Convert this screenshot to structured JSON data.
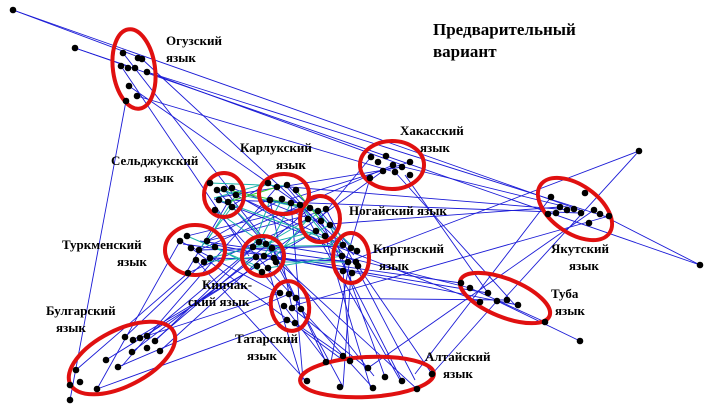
{
  "title": {
    "line1": "Предварительный",
    "line2": "вариант"
  },
  "colors": {
    "edge": "#1a1ad6",
    "ellipse": "#e01010",
    "dot": "#000000",
    "cross_link": "#19b3a8",
    "cross_link_alt": "#33cc33"
  },
  "groups": [
    {
      "id": "oguz",
      "line1": "Огузский",
      "line2": "язык"
    },
    {
      "id": "karluk",
      "line1": "Карлукский",
      "line2": "язык"
    },
    {
      "id": "khakas",
      "line1": "Хакасский",
      "line2": "язык"
    },
    {
      "id": "seljuk",
      "line1": "Сельджукский",
      "line2": "язык"
    },
    {
      "id": "nogai",
      "line1": "Ногайский язык",
      "line2": ""
    },
    {
      "id": "yakut",
      "line1": "Якутский",
      "line2": "язык"
    },
    {
      "id": "turkmen",
      "line1": "Туркменский",
      "line2": "язык"
    },
    {
      "id": "kyrgyz",
      "line1": "Киргизский",
      "line2": "язык"
    },
    {
      "id": "kipchak",
      "line1": "Кипчак-",
      "line2": "ский язык"
    },
    {
      "id": "tuba",
      "line1": "Туба",
      "line2": "язык"
    },
    {
      "id": "bulgar",
      "line1": "Булгарский",
      "line2": "язык"
    },
    {
      "id": "tatar",
      "line1": "Татарский",
      "line2": "язык"
    },
    {
      "id": "altai",
      "line1": "Алтайский",
      "line2": "язык"
    }
  ]
}
